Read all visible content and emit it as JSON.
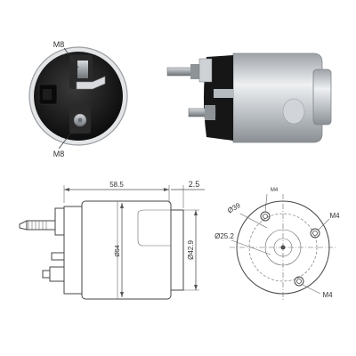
{
  "photo_front": {
    "terminal_top_label": "M8",
    "terminal_bottom_label": "M8"
  },
  "drawing_side": {
    "length_label": "58.5",
    "offset_label": "2.5",
    "body_diameter_label": "Ø54",
    "nose_diameter_label": "Ø42.9"
  },
  "drawing_end": {
    "mount_circle_label": "Ø39",
    "center_bore_label": "Ø25.2",
    "thread_top_label": "M4",
    "thread_right_label": "M4",
    "thread_bottom_label": "M4"
  },
  "colors": {
    "body_dark": "#1a1a1a",
    "metal": "#c9cdd1",
    "drawing_line": "#444444",
    "copper": "#b87333"
  }
}
